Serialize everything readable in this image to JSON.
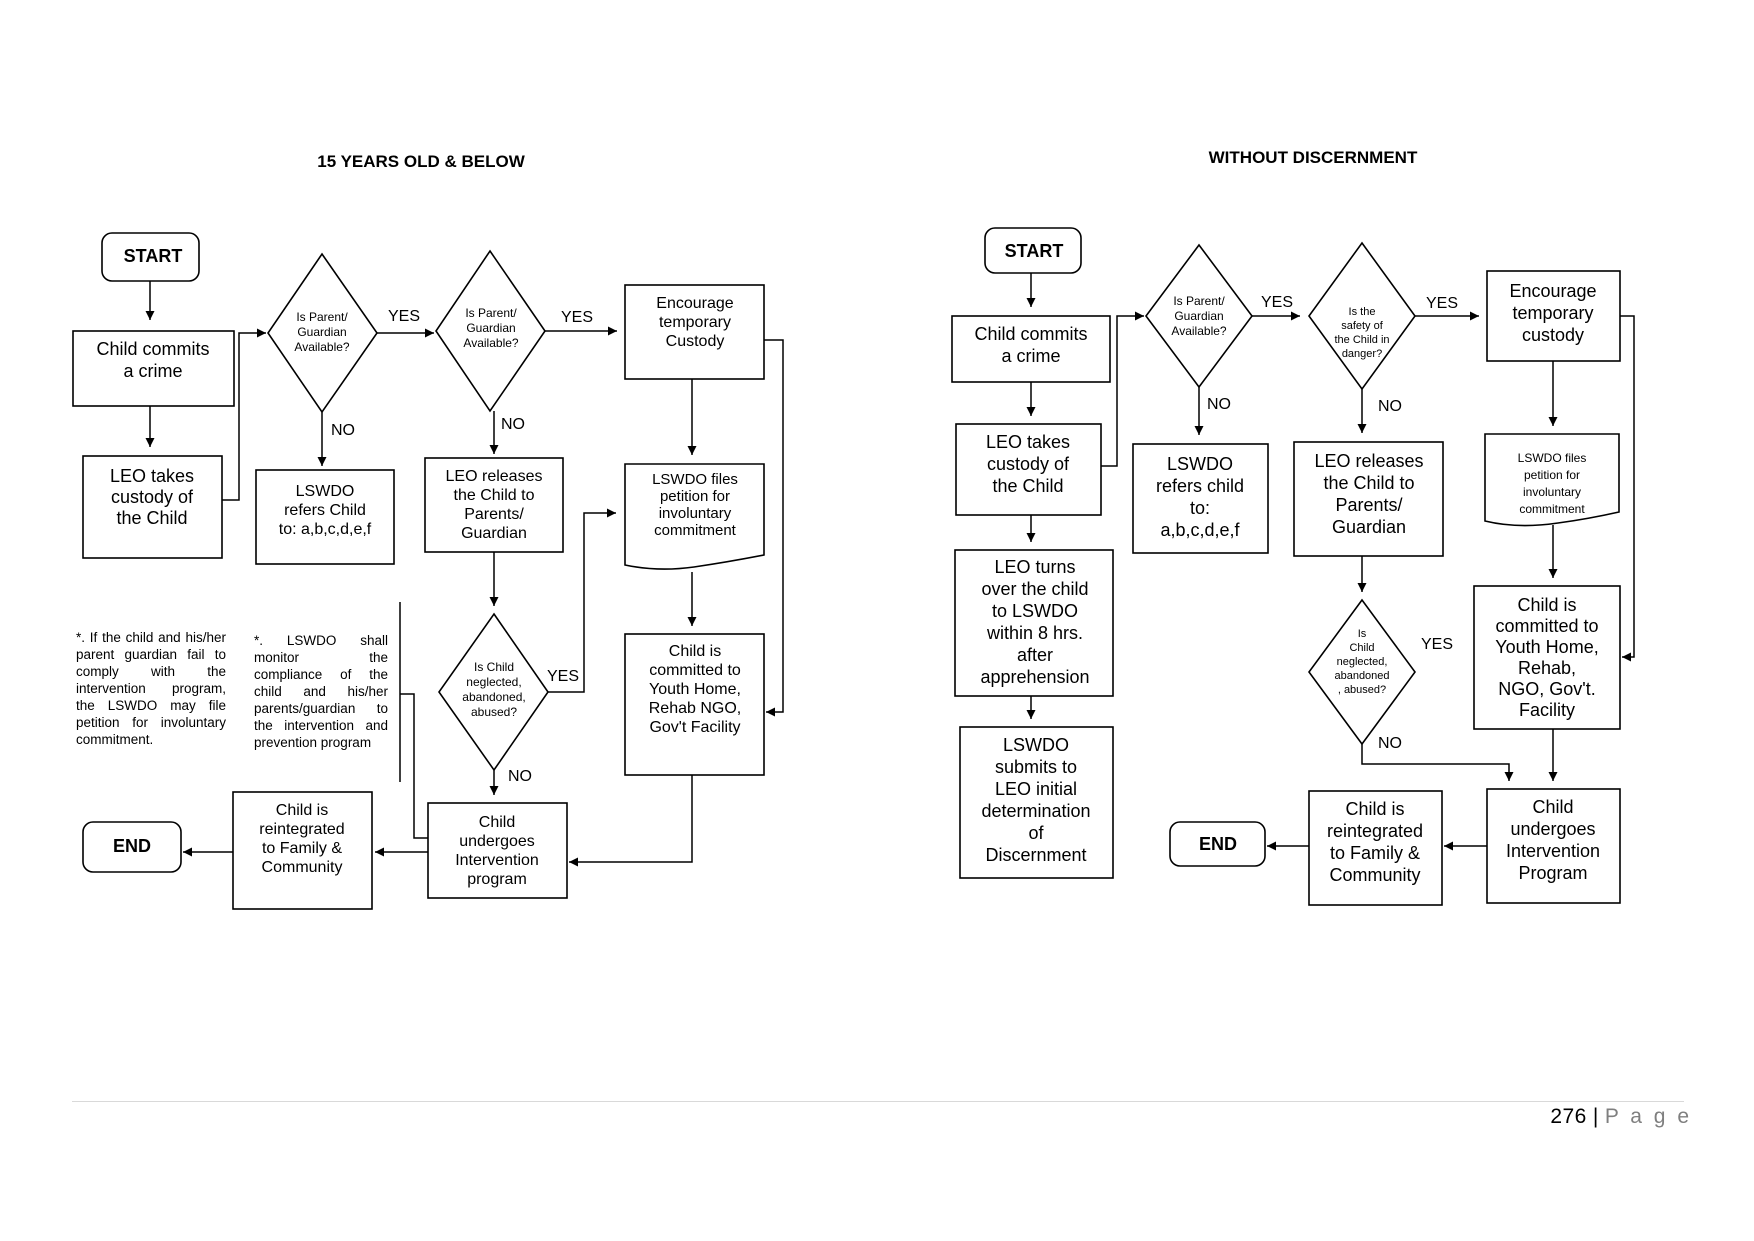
{
  "left": {
    "title": "15 YEARS OLD & BELOW",
    "start": "START",
    "end": "END",
    "commit": [
      "Child commits",
      "a crime"
    ],
    "leo_custody": [
      "LEO takes",
      "custody of",
      "the Child"
    ],
    "d_parent1": [
      "Is Parent/",
      "Guardian",
      "Available?"
    ],
    "d_parent2": [
      "Is Parent/",
      "Guardian",
      "Available?"
    ],
    "refers": [
      "LSWDO",
      "refers Child",
      "to: a,b,c,d,e,f"
    ],
    "releases": [
      "LEO releases",
      "the Child to",
      "Parents/",
      "Guardian"
    ],
    "encourage": [
      "Encourage",
      "temporary",
      "Custody"
    ],
    "files": [
      "LSWDO files",
      "petition for",
      "involuntary",
      "commitment"
    ],
    "committed": [
      "Child is",
      "committed to",
      "Youth Home,",
      "Rehab NGO,",
      "Gov't Facility"
    ],
    "d_neglect": [
      "Is Child",
      "neglected,",
      "abandoned,",
      "abused?"
    ],
    "undergoes": [
      "Child",
      "undergoes",
      "Intervention",
      "program"
    ],
    "reintegrated": [
      "Child is",
      "reintegrated",
      "to Family &",
      "Community"
    ],
    "yes1": "YES",
    "yes2": "YES",
    "yes3": "YES",
    "no1": "NO",
    "no2": "NO",
    "no3": "NO",
    "note1": "*. If the child and his/her parent guardian fail to comply with the intervention program, the LSWDO may file petition for involuntary commitment.",
    "note2": "*. LSWDO shall monitor the compliance of the child and his/her parents/guardian to the intervention and prevention program"
  },
  "right": {
    "title": "WITHOUT DISCERNMENT",
    "start": "START",
    "end": "END",
    "commit": [
      "Child commits",
      "a crime"
    ],
    "leo_custody": [
      "LEO takes",
      "custody of",
      "the Child"
    ],
    "turns": [
      "LEO turns",
      "over the child",
      "to LSWDO",
      "within 8 hrs.",
      "after",
      "apprehension"
    ],
    "submits": [
      "LSWDO",
      "submits to",
      "LEO initial",
      "determination",
      "of",
      "Discernment"
    ],
    "d_parent": [
      "Is Parent/",
      "Guardian",
      "Available?"
    ],
    "refers": [
      "LSWDO",
      "refers child",
      "to:",
      "a,b,c,d,e,f"
    ],
    "d_safety": [
      "Is the",
      "safety of",
      "the Child in",
      "danger?"
    ],
    "releases": [
      "LEO releases",
      "the Child to",
      "Parents/",
      "Guardian"
    ],
    "d_neglect": [
      "Is",
      "Child",
      "neglected,",
      "abandoned",
      ", abused?"
    ],
    "encourage": [
      "Encourage",
      "temporary",
      "custody"
    ],
    "files": [
      "LSWDO files",
      "petition for",
      "involuntary",
      "commitment"
    ],
    "committed": [
      "Child is",
      "committed to",
      "Youth Home,",
      "Rehab,",
      "NGO, Gov't.",
      "Facility"
    ],
    "undergoes": [
      "Child",
      "undergoes",
      "Intervention",
      "Program"
    ],
    "reintegrated": [
      "Child is",
      "reintegrated",
      "to Family &",
      "Community"
    ],
    "yes1": "YES",
    "yes2": "YES",
    "yes3": "YES",
    "no1": "NO",
    "no2": "NO",
    "no3": "NO"
  },
  "footer": {
    "page_number": "276",
    "separator": "|",
    "page_word": "P a g e"
  }
}
